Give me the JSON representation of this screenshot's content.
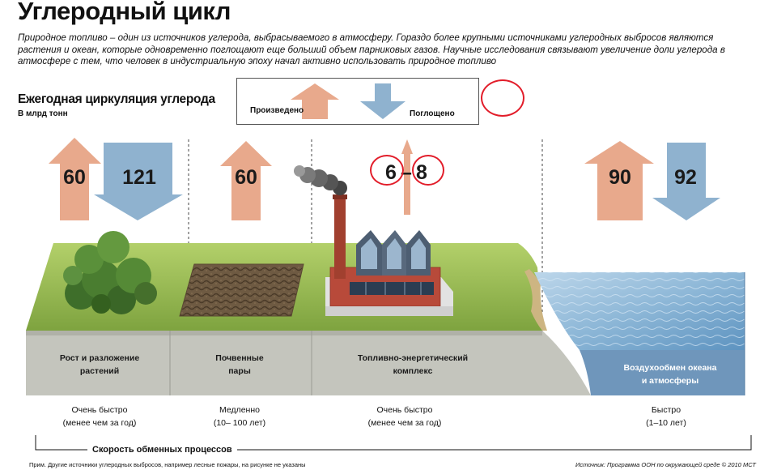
{
  "title": "Углеродный цикл",
  "intro": "Природное топливо  – один из источников углерода, выбрасываемого в атмосферу. Гораздо более крупными источниками углеродных выбросов являются растения и океан, которые одновременно поглощают еще больший объем парниковых газов. Научные исследования связывают увеличение доли углерода в атмосфере с тем, что человек в индустриальную эпоху начал активно использовать природное топливо",
  "subtitle": "Ежегодная циркуляция углерода",
  "units": "В млрд тонн",
  "legend": {
    "produced": "Произведено",
    "absorbed": "Поглощено"
  },
  "colors": {
    "produced": "#e8a98c",
    "absorbed": "#8fb2cf",
    "highlight": "#e21d2a"
  },
  "zones": [
    {
      "label_line1": "Рост и разложение",
      "label_line2": "растений",
      "produced": "60",
      "absorbed": "121",
      "speed_line1": "Очень быстро",
      "speed_line2": "(менее чем за год)"
    },
    {
      "label_line1": "Почвенные",
      "label_line2": "пары",
      "produced": "60",
      "speed_line1": "Медленно",
      "speed_line2": "(10– 100 лет)"
    },
    {
      "label_line1": "Топливно-энергетический",
      "label_line2": "комплекс",
      "produced_min": "6",
      "dash": "–",
      "produced_max": "8",
      "speed_line1": "Очень быстро",
      "speed_line2": "(менее чем за год)"
    },
    {
      "label_line1": "Воздухообмен океана",
      "label_line2": "и атмосферы",
      "produced": "90",
      "absorbed": "92",
      "speed_line1": "Быстро",
      "speed_line2": "(1–10 лет)"
    }
  ],
  "speed_title": "Скорость обменных процессов",
  "footnote": "Прим. Другие источники углеродных выбросов, например лесные пожары, на рисунке не указаны",
  "source": "Источник: Программа ООН по окружающей среде  © 2010 МСТ"
}
